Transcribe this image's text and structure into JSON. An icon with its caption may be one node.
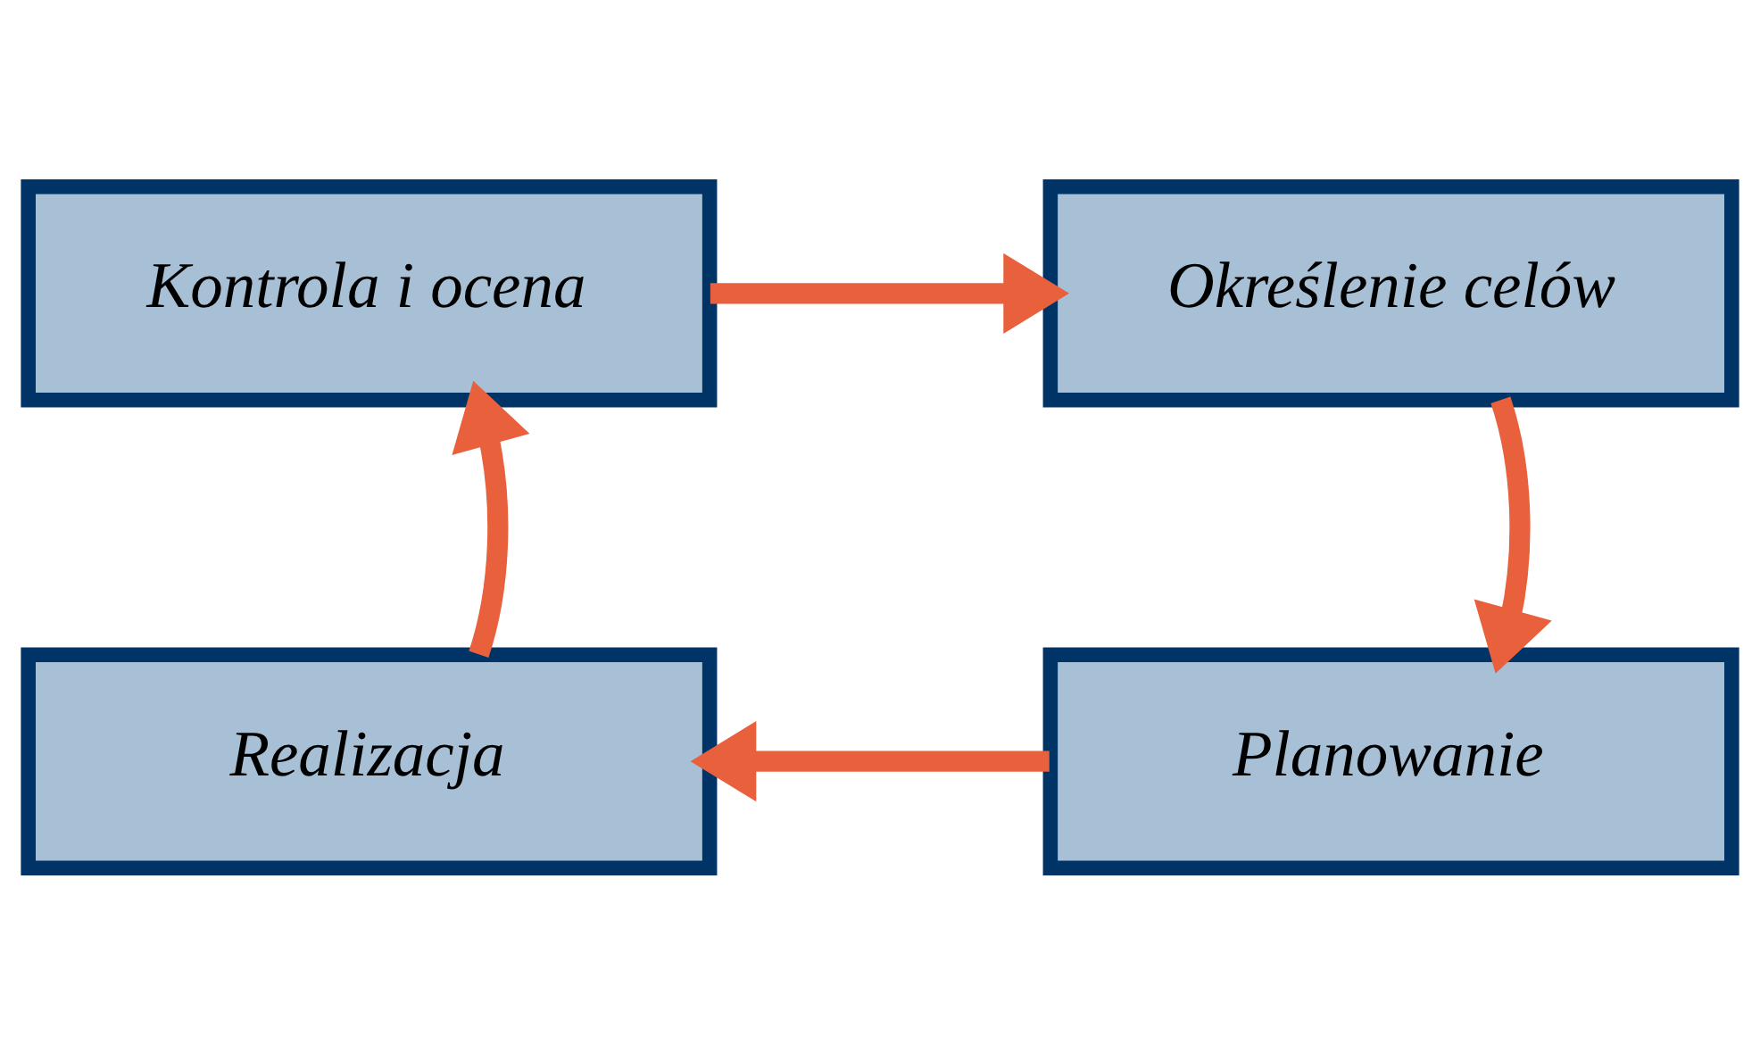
{
  "diagram": {
    "nodes": [
      {
        "text": [
          "Określenie celów"
        ]
      },
      {
        "text": [
          "Planowanie"
        ]
      },
      {
        "text": [
          "Realizacja"
        ]
      },
      {
        "text": [
          "Kontrola i ocena"
        ]
      }
    ],
    "edges": [
      {
        "from": 3,
        "to": 0,
        "arrow": "to"
      },
      {
        "from": 0,
        "to": 1,
        "arrow": "to"
      },
      {
        "from": 1,
        "to": 2,
        "arrow": "to"
      },
      {
        "from": 2,
        "to": 3,
        "arrow": "to"
      }
    ]
  }
}
